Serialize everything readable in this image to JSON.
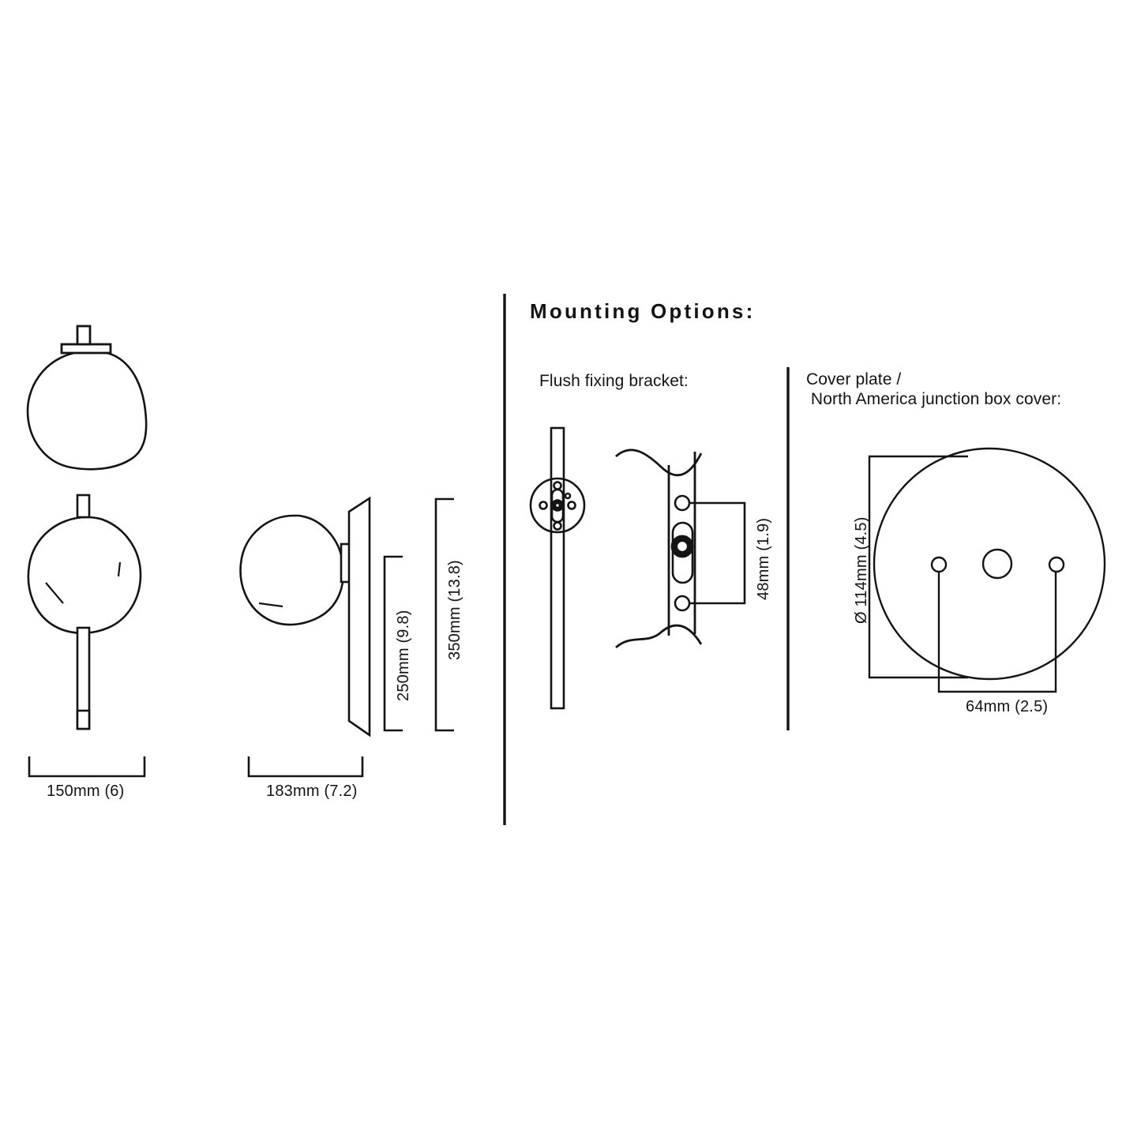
{
  "page": {
    "background_color": "#ffffff",
    "line_color": "#141414",
    "title": "Wall light technical dimension drawing"
  },
  "headings": {
    "mounting_options": "Mounting Options:",
    "flush_fixing_bracket": "Flush fixing bracket:",
    "cover_plate_line1": "Cover plate /",
    "cover_plate_line2": " North America junction box cover:"
  },
  "dimensions": {
    "width_front": "150mm (6)",
    "width_side": "183mm (7.2)",
    "height_shade_to_stem": "250mm (9.8)",
    "height_total": "350mm (13.8)",
    "bracket_hole_spacing": "48mm (1.9)",
    "cover_plate_diameter": "Ø 114mm (4.5)",
    "cover_plate_hole_spacing": "64mm (2.5)"
  },
  "views": {
    "front_top": "globe-shade-front-view",
    "front_bottom": "globe-shade-with-stem-front-view",
    "side": "globe-shade-side-view-with-backplate",
    "bracket_face": "flush-fixing-bracket-face-view",
    "bracket_section": "flush-fixing-bracket-wall-section",
    "cover_plate": "cover-plate-plan-view"
  },
  "cover_plate_features": {
    "center_hole_label": "center-cable-hole",
    "left_screw_hole_label": "left-screw-hole",
    "right_screw_hole_label": "right-screw-hole"
  }
}
